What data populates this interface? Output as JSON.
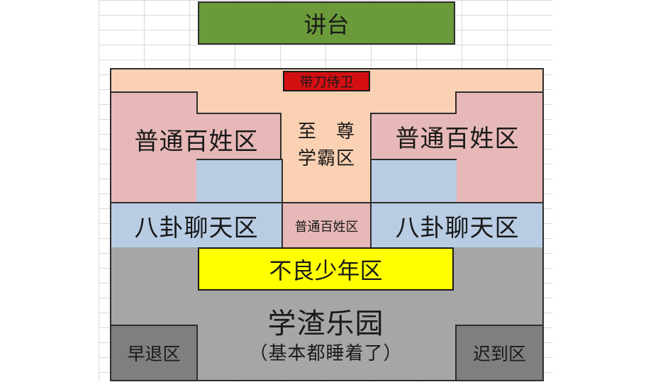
{
  "podium": {
    "label": "讲台"
  },
  "guard": {
    "label": "带刀侍卫"
  },
  "zones": {
    "commoners_left": "普通百姓区",
    "commoners_right": "普通百姓区",
    "commoners_center": "普通百姓区",
    "top_scholar_line1": "至　尊",
    "top_scholar_line2": "学霸区",
    "gossip_left": "八卦聊天区",
    "gossip_right": "八卦聊天区",
    "delinquent": "不良少年区",
    "slacker_title": "学渣乐园",
    "slacker_subtitle": "（基本都睡着了）",
    "leave_early": "早退区",
    "late_arrival": "迟到区"
  },
  "colors": {
    "podium": "#6a9a3a",
    "peach": "#fad1b3",
    "pink": "#e6b8b7",
    "blue": "#b8cce4",
    "gray": "#a6a6a6",
    "dark_gray": "#7f7f7f",
    "yellow": "#ffff00",
    "red": "#d40f12"
  }
}
